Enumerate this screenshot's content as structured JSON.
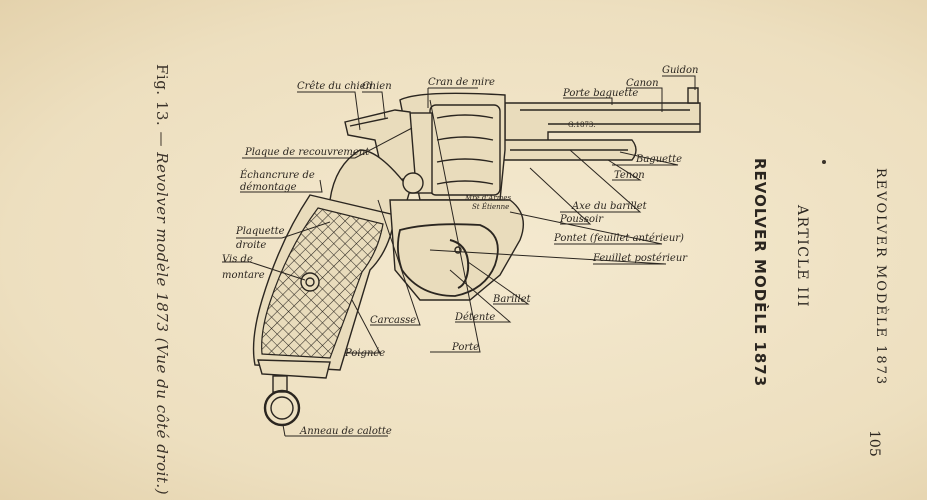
{
  "caption": {
    "figure": "Fig. 13.",
    "text": "— Revolver modèle 1873 (Vue du côté droit.)"
  },
  "running_head": "REVOLVER MODÈLE 1873",
  "article": "ARTICLE III",
  "section": "REVOLVER MODÈLE 1873",
  "page_number": "105",
  "labels": {
    "crete_du_chien": "Crête du chien",
    "chien": "Chien",
    "cran_de_mire": "Cran de mire",
    "guidon": "Guidon",
    "canon": "Canon",
    "porte_baguette": "Porte baguette",
    "plaque_de_recouvrement": "Plaque de recouvrement",
    "echancrure_1": "Échancrure de",
    "echancrure_2": "démontage",
    "baguette": "Baguette",
    "tenon": "Tenon",
    "axe_du_barillet": "Axe du barillet",
    "poussoir": "Poussoir",
    "plaquette_1": "Plaquette",
    "plaquette_2": "droite",
    "vis_de_1": "Vis de",
    "vis_de_2": "montare",
    "pontet": "Pontet (feuillet antérieur)",
    "feuillet": "Feuillet postérieur",
    "barillet": "Barillet",
    "carcasse": "Carcasse",
    "detente": "Détente",
    "poignee": "Poignée",
    "porte": "Porte",
    "anneau": "Anneau de calotte"
  },
  "markings": {
    "barrel_serial": "G.1873.",
    "frame_maker_1": "Mre d'Armes",
    "frame_maker_2": "St Étienne"
  }
}
